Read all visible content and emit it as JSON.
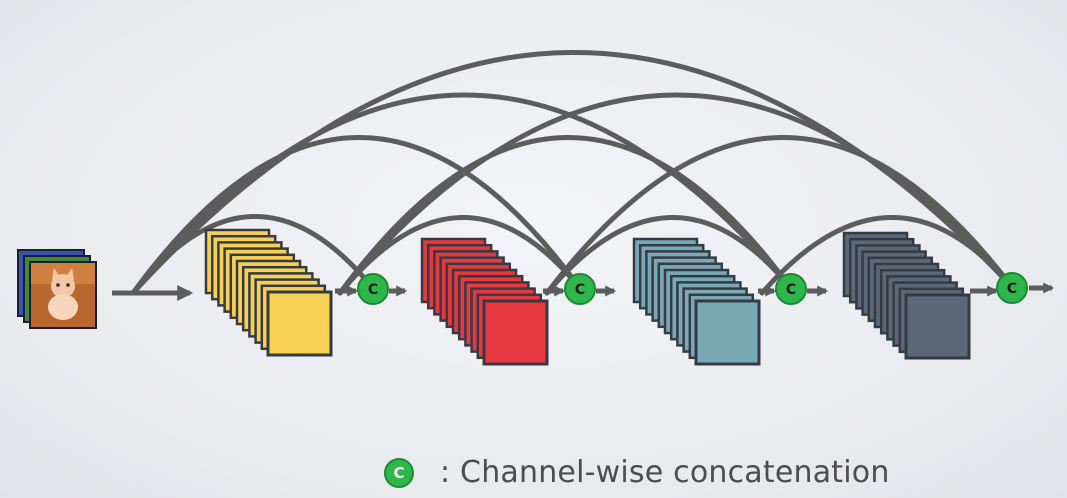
{
  "colors": {
    "arrow": "#5c5c5c",
    "concat": "#2fb64a",
    "blocks": [
      "#f7d154",
      "#e8383f",
      "#79a9b3",
      "#5e6777"
    ]
  },
  "concat_symbol": "C",
  "legend": {
    "symbol": "C",
    "text": ": Channel-wise concatenation"
  },
  "input_image": {
    "icon": "kitten-photo-icon"
  }
}
